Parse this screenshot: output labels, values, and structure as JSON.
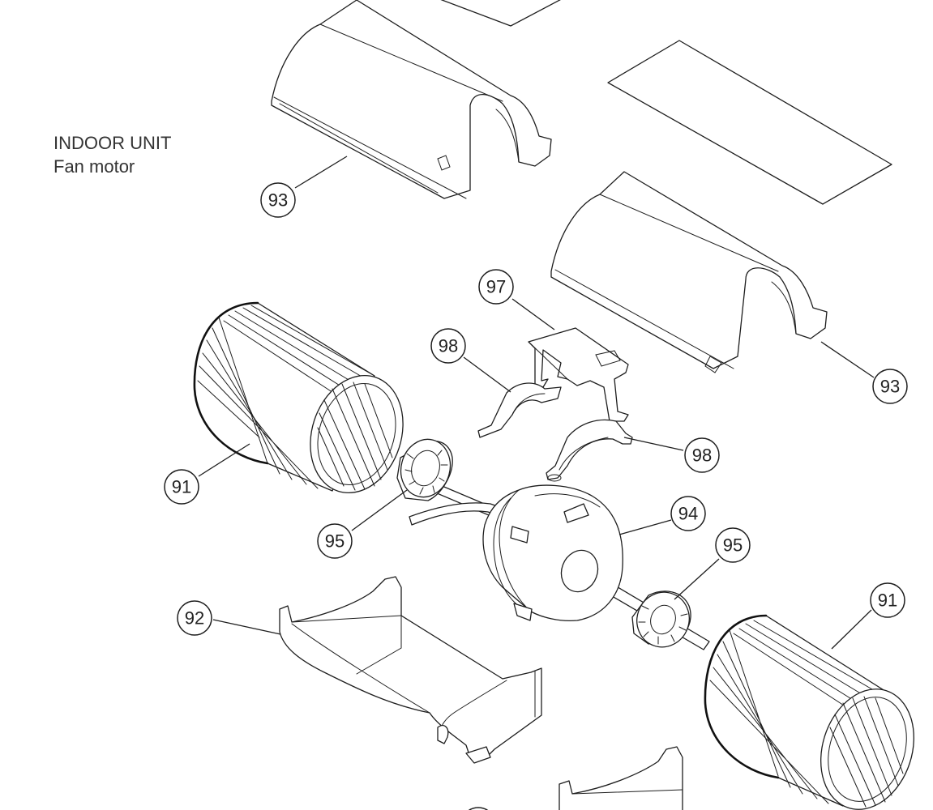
{
  "title": {
    "line1": "INDOOR UNIT",
    "line2": "Fan motor"
  },
  "callouts": [
    {
      "label": "93",
      "part": "fan-casing-upper"
    },
    {
      "label": "93",
      "part": "fan-casing-upper"
    },
    {
      "label": "97",
      "part": "motor-bracket"
    },
    {
      "label": "98",
      "part": "motor-clamp"
    },
    {
      "label": "98",
      "part": "motor-clamp"
    },
    {
      "label": "91",
      "part": "fan-wheel"
    },
    {
      "label": "91",
      "part": "fan-wheel"
    },
    {
      "label": "95",
      "part": "bearing-rubber-ring"
    },
    {
      "label": "95",
      "part": "bearing-rubber-ring"
    },
    {
      "label": "94",
      "part": "fan-motor"
    },
    {
      "label": "92",
      "part": "fan-casing-lower"
    }
  ]
}
